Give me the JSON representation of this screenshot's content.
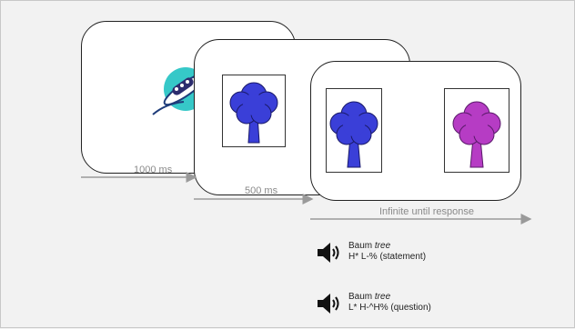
{
  "timeline": [
    {
      "label": "1000 ms"
    },
    {
      "label": "500 ms"
    },
    {
      "label": "Infinite until response"
    }
  ],
  "audio": [
    {
      "word": "Baum",
      "gloss": "tree",
      "contour": "H* L-% (statement)"
    },
    {
      "word": "Baum",
      "gloss": "tree",
      "contour": "L* H-^H% (question)"
    }
  ],
  "colors": {
    "tree_blue": "#3a3fd8",
    "tree_magenta": "#b63cc4",
    "ufo_teal": "#36c8c8",
    "arrow_gray": "#9a9a9a"
  },
  "icons": {
    "fixation": "ufo-icon",
    "target": "tree-icon",
    "audio": "speaker-icon"
  }
}
